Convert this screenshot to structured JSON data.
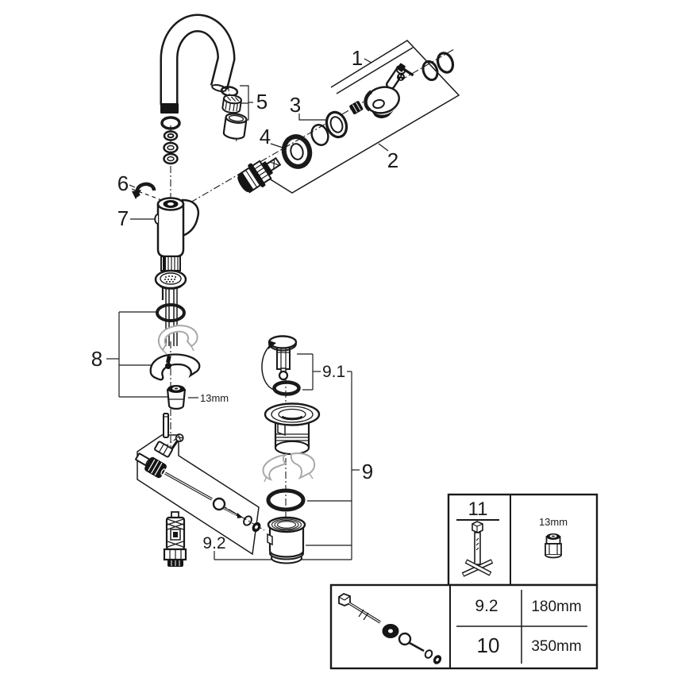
{
  "callouts": {
    "part1": "1",
    "part2": "2",
    "part3": "3",
    "part4": "4",
    "part5": "5",
    "part6": "6",
    "part7": "7",
    "part8": "8",
    "part9": "9",
    "part9_1": "9.1",
    "part9_2": "9.2"
  },
  "annotations": {
    "wrench_size": "13mm"
  },
  "legend": {
    "tool_box": {
      "part_number": "11",
      "socket_size": "13mm"
    },
    "size_table": {
      "rows": [
        {
          "part": "9.2",
          "length": "180mm"
        },
        {
          "part": "10",
          "length": "350mm"
        }
      ]
    }
  },
  "colors": {
    "line": "#1a1a1a",
    "gray_part": "#a8a8a8",
    "background": "#ffffff"
  }
}
